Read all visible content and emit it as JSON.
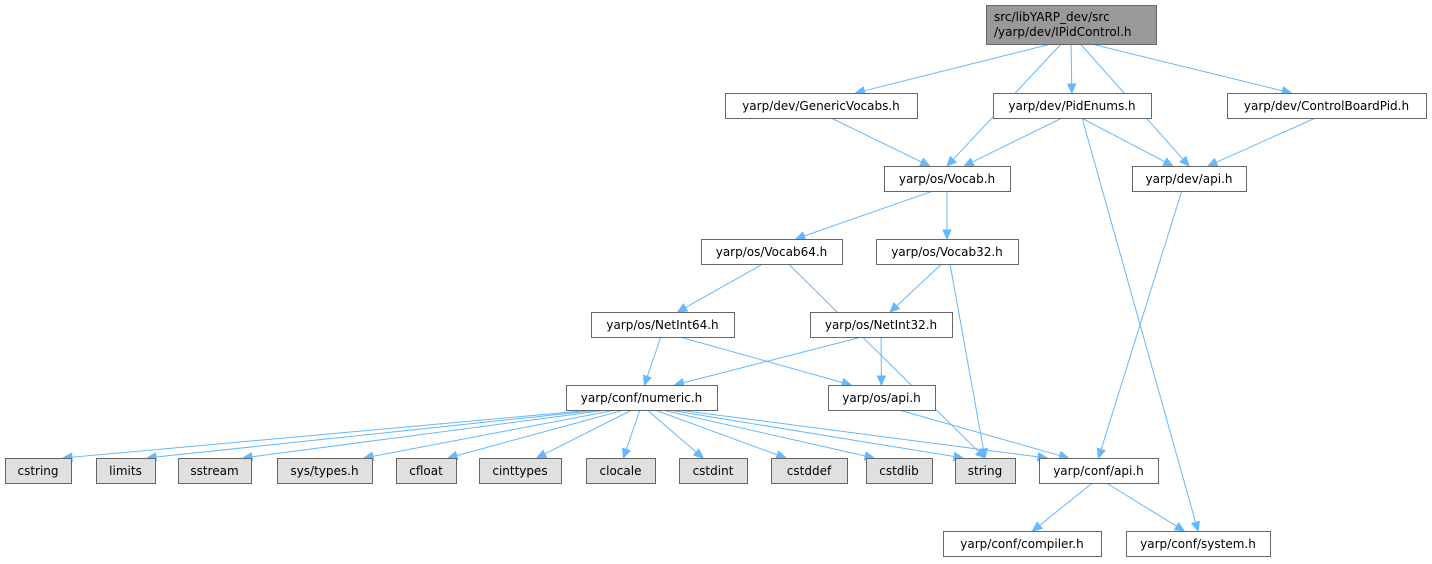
{
  "graph": {
    "root": "root",
    "colors": {
      "root_fill": "#999999",
      "normal_fill": "#ffffff",
      "external_fill": "#e0e0e0",
      "edge": "#63b8ff"
    },
    "nodes": [
      {
        "id": "root",
        "lines": [
          "src/libYARP_dev/src",
          "/yarp/dev/IPidControl.h"
        ],
        "kind": "root"
      },
      {
        "id": "genvoc",
        "lines": [
          "yarp/dev/GenericVocabs.h"
        ],
        "kind": "normal"
      },
      {
        "id": "pidenums",
        "lines": [
          "yarp/dev/PidEnums.h"
        ],
        "kind": "normal"
      },
      {
        "id": "cbpid",
        "lines": [
          "yarp/dev/ControlBoardPid.h"
        ],
        "kind": "normal"
      },
      {
        "id": "vocab",
        "lines": [
          "yarp/os/Vocab.h"
        ],
        "kind": "normal"
      },
      {
        "id": "devapi",
        "lines": [
          "yarp/dev/api.h"
        ],
        "kind": "normal"
      },
      {
        "id": "vocab64",
        "lines": [
          "yarp/os/Vocab64.h"
        ],
        "kind": "normal"
      },
      {
        "id": "vocab32",
        "lines": [
          "yarp/os/Vocab32.h"
        ],
        "kind": "normal"
      },
      {
        "id": "netint64",
        "lines": [
          "yarp/os/NetInt64.h"
        ],
        "kind": "normal"
      },
      {
        "id": "netint32",
        "lines": [
          "yarp/os/NetInt32.h"
        ],
        "kind": "normal"
      },
      {
        "id": "numeric",
        "lines": [
          "yarp/conf/numeric.h"
        ],
        "kind": "normal"
      },
      {
        "id": "osapi",
        "lines": [
          "yarp/os/api.h"
        ],
        "kind": "normal"
      },
      {
        "id": "confapi",
        "lines": [
          "yarp/conf/api.h"
        ],
        "kind": "normal"
      },
      {
        "id": "cstring",
        "lines": [
          "cstring"
        ],
        "kind": "external"
      },
      {
        "id": "limits",
        "lines": [
          "limits"
        ],
        "kind": "external"
      },
      {
        "id": "sstream",
        "lines": [
          "sstream"
        ],
        "kind": "external"
      },
      {
        "id": "systypes",
        "lines": [
          "sys/types.h"
        ],
        "kind": "external"
      },
      {
        "id": "cfloat",
        "lines": [
          "cfloat"
        ],
        "kind": "external"
      },
      {
        "id": "cinttypes",
        "lines": [
          "cinttypes"
        ],
        "kind": "external"
      },
      {
        "id": "clocale",
        "lines": [
          "clocale"
        ],
        "kind": "external"
      },
      {
        "id": "cstdint",
        "lines": [
          "cstdint"
        ],
        "kind": "external"
      },
      {
        "id": "cstddef",
        "lines": [
          "cstddef"
        ],
        "kind": "external"
      },
      {
        "id": "cstdlib",
        "lines": [
          "cstdlib"
        ],
        "kind": "external"
      },
      {
        "id": "string",
        "lines": [
          "string"
        ],
        "kind": "external"
      },
      {
        "id": "compiler",
        "lines": [
          "yarp/conf/compiler.h"
        ],
        "kind": "normal"
      },
      {
        "id": "system",
        "lines": [
          "yarp/conf/system.h"
        ],
        "kind": "normal"
      }
    ],
    "edges": [
      [
        "root",
        "genvoc"
      ],
      [
        "root",
        "vocab"
      ],
      [
        "root",
        "pidenums"
      ],
      [
        "root",
        "devapi"
      ],
      [
        "root",
        "cbpid"
      ],
      [
        "genvoc",
        "vocab"
      ],
      [
        "pidenums",
        "vocab"
      ],
      [
        "pidenums",
        "devapi"
      ],
      [
        "pidenums",
        "system"
      ],
      [
        "cbpid",
        "devapi"
      ],
      [
        "vocab",
        "vocab64"
      ],
      [
        "vocab",
        "vocab32"
      ],
      [
        "devapi",
        "confapi"
      ],
      [
        "vocab64",
        "netint64"
      ],
      [
        "vocab64",
        "string"
      ],
      [
        "vocab32",
        "netint32"
      ],
      [
        "vocab32",
        "string"
      ],
      [
        "netint64",
        "numeric"
      ],
      [
        "netint64",
        "osapi"
      ],
      [
        "netint32",
        "numeric"
      ],
      [
        "netint32",
        "osapi"
      ],
      [
        "numeric",
        "cstring"
      ],
      [
        "numeric",
        "limits"
      ],
      [
        "numeric",
        "sstream"
      ],
      [
        "numeric",
        "systypes"
      ],
      [
        "numeric",
        "cfloat"
      ],
      [
        "numeric",
        "cinttypes"
      ],
      [
        "numeric",
        "clocale"
      ],
      [
        "numeric",
        "cstdint"
      ],
      [
        "numeric",
        "cstddef"
      ],
      [
        "numeric",
        "cstdlib"
      ],
      [
        "numeric",
        "string"
      ],
      [
        "numeric",
        "confapi"
      ],
      [
        "osapi",
        "confapi"
      ],
      [
        "confapi",
        "compiler"
      ],
      [
        "confapi",
        "system"
      ]
    ]
  }
}
